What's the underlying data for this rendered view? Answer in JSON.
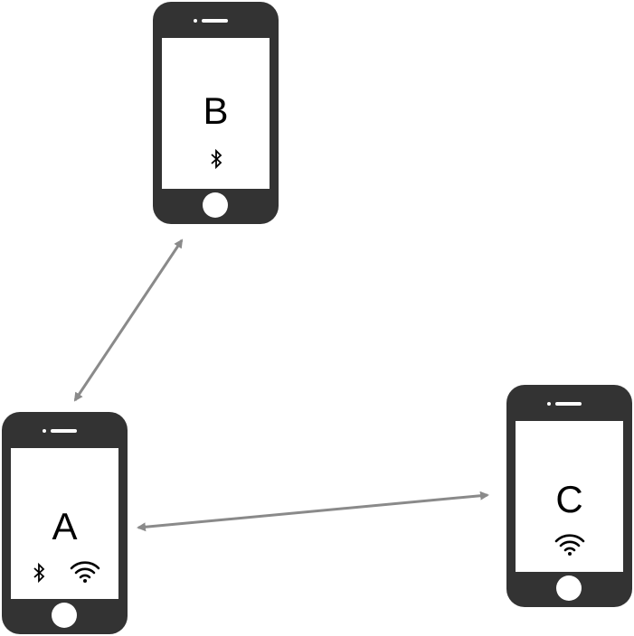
{
  "diagram": {
    "devices": [
      {
        "id": "B",
        "label": "B",
        "icons": [
          "bluetooth-icon"
        ]
      },
      {
        "id": "A",
        "label": "A",
        "icons": [
          "bluetooth-icon",
          "wifi-icon"
        ]
      },
      {
        "id": "C",
        "label": "C",
        "icons": [
          "wifi-icon"
        ]
      }
    ],
    "links": [
      {
        "from": "A",
        "to": "B",
        "direction": "bidirectional",
        "medium": "bluetooth"
      },
      {
        "from": "A",
        "to": "C",
        "direction": "bidirectional",
        "medium": "wifi"
      }
    ],
    "colors": {
      "phone_body": "#333333",
      "arrow": "#8a8a8a",
      "screen": "#ffffff"
    }
  }
}
